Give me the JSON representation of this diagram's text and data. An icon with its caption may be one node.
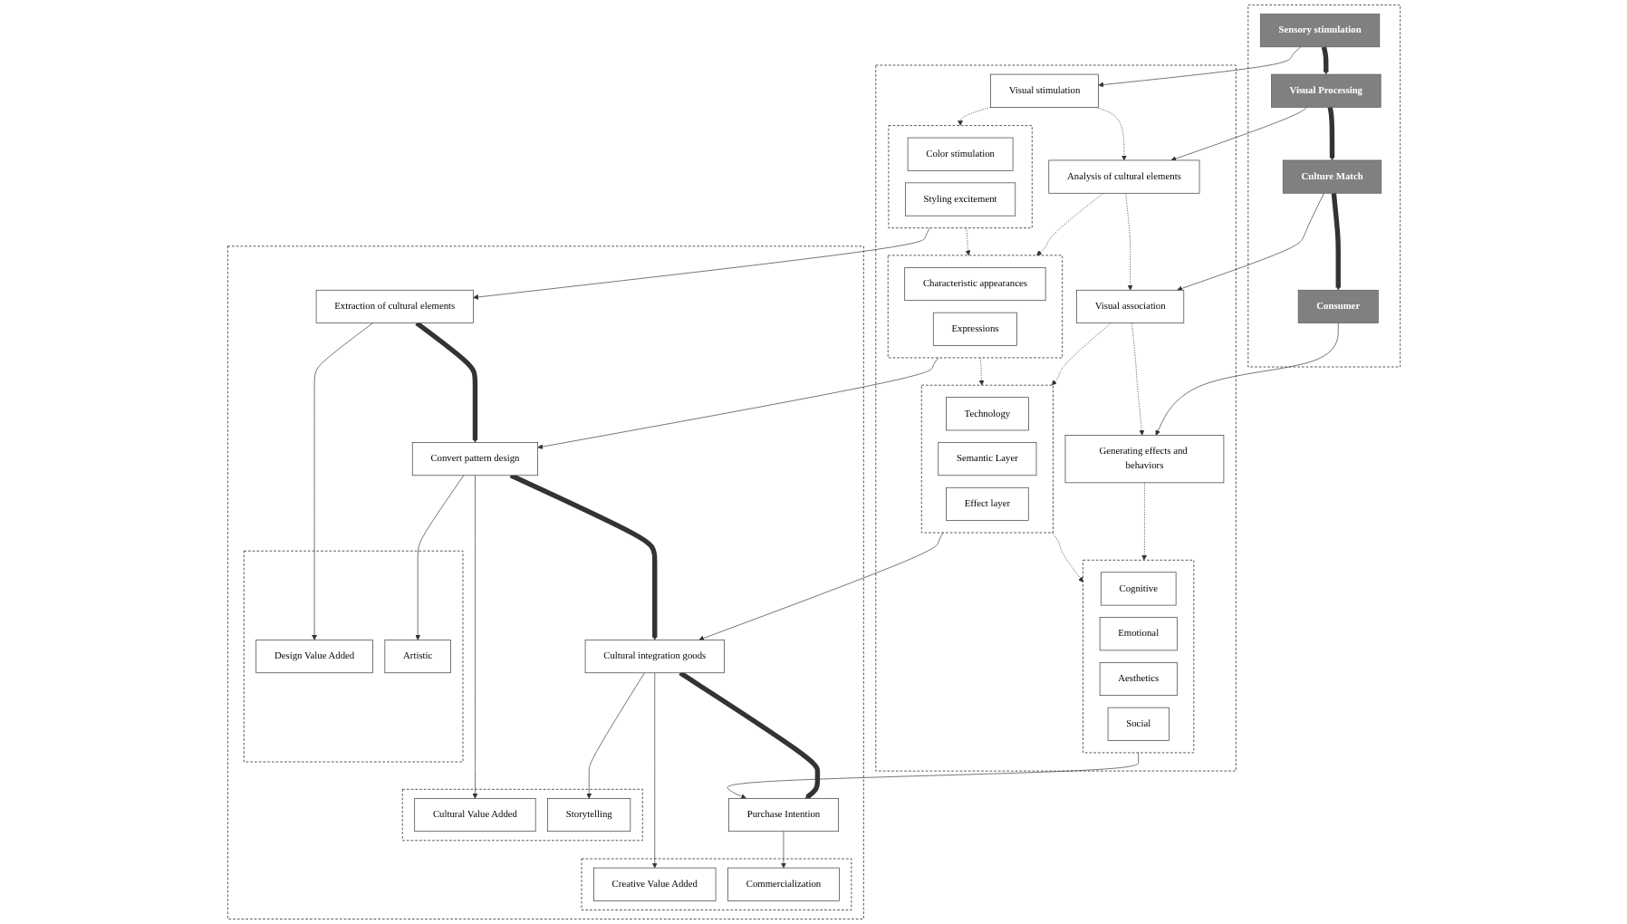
{
  "diagram": {
    "nodes": [
      {
        "text": [],
        "shape": "box"
      },
      {
        "text": [
          "Sensory stimulation"
        ],
        "in": 0
      },
      {
        "text": [
          "Visual Processing"
        ],
        "in": 0
      },
      {
        "text": [
          "Culture Match"
        ],
        "in": 0
      },
      {
        "text": [
          "Consumer"
        ],
        "in": 0
      },
      {
        "text": [],
        "shape": "box"
      },
      {
        "text": [
          "Visual stimulation"
        ],
        "in": 5
      },
      {
        "text": [
          "Analysis of cultural elements"
        ],
        "in": 5
      },
      {
        "text": [
          "Visual association"
        ],
        "in": 5
      },
      {
        "text": [
          "Generating effects and behaviors"
        ],
        "in": 5
      },
      {
        "text": [],
        "shape": "box",
        "in": 5
      },
      {
        "text": [
          "Color stimulation"
        ],
        "in": 10
      },
      {
        "text": [
          "Styling excitement"
        ],
        "in": 10
      },
      {
        "text": [],
        "shape": "box",
        "in": 5
      },
      {
        "text": [
          "Characteristic appearances"
        ],
        "in": 13
      },
      {
        "text": [
          "Expressions"
        ],
        "in": 13
      },
      {
        "text": [],
        "shape": "box",
        "in": 5
      },
      {
        "text": [
          "Technology"
        ],
        "in": 16
      },
      {
        "text": [
          "Semantic Layer"
        ],
        "in": 16
      },
      {
        "text": [
          "Effect layer"
        ],
        "in": 16
      },
      {
        "text": [],
        "shape": "box",
        "in": 5
      },
      {
        "text": [
          "Cognitive"
        ],
        "in": 20
      },
      {
        "text": [
          "Emotional"
        ],
        "in": 20
      },
      {
        "text": [
          "Aesthetics"
        ],
        "in": 20
      },
      {
        "text": [
          "Social"
        ],
        "in": 20
      },
      {
        "text": [],
        "shape": "box"
      },
      {
        "text": [
          "Extraction of cultural elements"
        ],
        "in": 25
      },
      {
        "text": [
          "Convert pattern design"
        ],
        "in": 25
      },
      {
        "text": [
          "Cultural integration goods"
        ],
        "in": 25
      },
      {
        "text": [
          "Purchase Intention"
        ],
        "in": 25
      },
      {
        "text": [],
        "shape": "box",
        "in": 25
      },
      {
        "text": [
          "Design Value Added"
        ],
        "in": 30
      },
      {
        "text": [
          "Artistic"
        ],
        "in": 30
      },
      {
        "text": [],
        "shape": "box",
        "in": 25
      },
      {
        "text": [
          "Cultural Value Added"
        ],
        "in": 33
      },
      {
        "text": [
          "Storytelling"
        ],
        "in": 33
      },
      {
        "text": [],
        "shape": "box",
        "in": 25
      },
      {
        "text": [
          "Creative Value Added"
        ],
        "in": 36
      },
      {
        "text": [
          "Commercialization"
        ],
        "in": 36
      }
    ],
    "edges": [
      {
        "from": 1,
        "to": 2,
        "arrow": "to",
        "style": "thick"
      },
      {
        "from": 2,
        "to": 3,
        "arrow": "to",
        "style": "thick"
      },
      {
        "from": 3,
        "to": 4,
        "arrow": "to",
        "style": "thick"
      },
      {
        "from": 1,
        "to": 6,
        "arrow": "to"
      },
      {
        "from": 2,
        "to": 7,
        "arrow": "to"
      },
      {
        "from": 3,
        "to": 8,
        "arrow": "to"
      },
      {
        "from": 4,
        "to": 9,
        "arrow": "to"
      },
      {
        "from": 6,
        "to": 7,
        "arrow": "to",
        "style": "dashed"
      },
      {
        "from": 7,
        "to": 8,
        "arrow": "to",
        "style": "dashed"
      },
      {
        "from": 8,
        "to": 9,
        "arrow": "to",
        "style": "dashed"
      },
      {
        "from": 6,
        "to": 10,
        "arrow": "to",
        "style": "dashed"
      },
      {
        "from": 7,
        "to": 13,
        "arrow": "to",
        "style": "dashed"
      },
      {
        "from": 8,
        "to": 16,
        "arrow": "to",
        "style": "dashed"
      },
      {
        "from": 9,
        "to": 20,
        "arrow": "to",
        "style": "dashed"
      },
      {
        "from": 10,
        "to": 13,
        "arrow": "to",
        "style": "dashed"
      },
      {
        "from": 13,
        "to": 16,
        "arrow": "to",
        "style": "dashed"
      },
      {
        "from": 16,
        "to": 20,
        "arrow": "to",
        "style": "dashed"
      },
      {
        "from": 10,
        "to": 26,
        "arrow": "to"
      },
      {
        "from": 13,
        "to": 27,
        "arrow": "to"
      },
      {
        "from": 16,
        "to": 28,
        "arrow": "to"
      },
      {
        "from": 20,
        "to": 29,
        "arrow": "to"
      },
      {
        "from": 26,
        "to": 27,
        "arrow": "to",
        "style": "thick"
      },
      {
        "from": 27,
        "to": 28,
        "arrow": "to",
        "style": "thick"
      },
      {
        "from": 28,
        "to": 29,
        "arrow": "to",
        "style": "thick"
      },
      {
        "from": 26,
        "to": 31,
        "arrow": "to"
      },
      {
        "from": 27,
        "to": 32,
        "arrow": "to"
      },
      {
        "from": 27,
        "to": 34,
        "arrow": "to"
      },
      {
        "from": 28,
        "to": 35,
        "arrow": "to"
      },
      {
        "from": 28,
        "to": 37,
        "arrow": "to"
      },
      {
        "from": 29,
        "to": 38,
        "arrow": "to"
      }
    ]
  }
}
